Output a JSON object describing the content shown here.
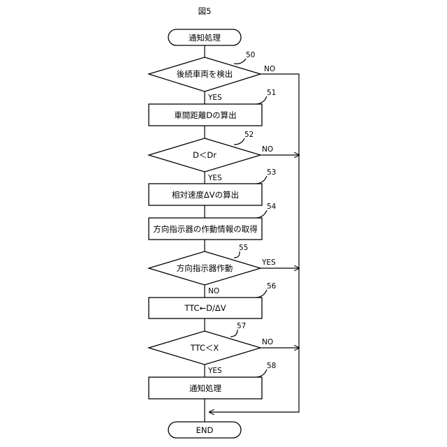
{
  "figure": {
    "title": "図5"
  },
  "flow": {
    "start": "通知処理",
    "step50": {
      "ref": "50",
      "label": "後続車両を検出",
      "no": "NO",
      "yes": "YES"
    },
    "step51": {
      "ref": "51",
      "label": "車間距離Dの算出"
    },
    "step52": {
      "ref": "52",
      "label": "D＜Dr",
      "no": "NO",
      "yes": "YES"
    },
    "step53": {
      "ref": "53",
      "label": "相対速度ΔVの算出"
    },
    "step54": {
      "ref": "54",
      "label": "方向指示器の作動情報の取得"
    },
    "step55": {
      "ref": "55",
      "label": "方向指示器作動",
      "yes": "YES",
      "no": "NO"
    },
    "step56": {
      "ref": "56",
      "label": "TTC←D/ΔV"
    },
    "step57": {
      "ref": "57",
      "label": "TTC＜X",
      "no": "NO",
      "yes": "YES"
    },
    "step58": {
      "ref": "58",
      "label": "通知処理"
    },
    "end": "END"
  }
}
